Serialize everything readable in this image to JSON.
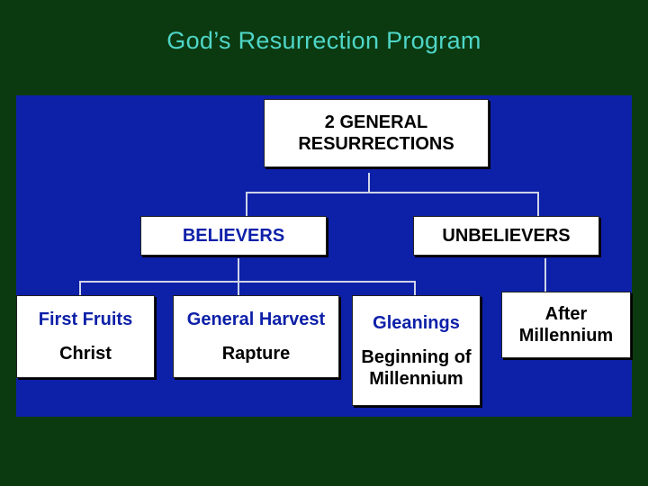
{
  "title": "God’s Resurrection Program",
  "colors": {
    "background": "#0b3a10",
    "title": "#4fd6c8",
    "panel": "#0d20a8",
    "box": "#ffffff",
    "highlight_text": "#0d20a8"
  },
  "diagram": {
    "root": {
      "line1": "2 GENERAL",
      "line2": "RESURRECTIONS"
    },
    "believers": {
      "label": "BELIEVERS"
    },
    "unbelievers": {
      "label": "UNBELIEVERS"
    },
    "first_fruits": {
      "heading": "First Fruits",
      "sub": "Christ"
    },
    "general_harvest": {
      "heading": "General Harvest",
      "sub": "Rapture"
    },
    "gleanings": {
      "heading": "Gleanings",
      "sub_line1": "Beginning of",
      "sub_line2": "Millennium"
    },
    "after_millennium": {
      "line1": "After",
      "line2": "Millennium"
    }
  }
}
